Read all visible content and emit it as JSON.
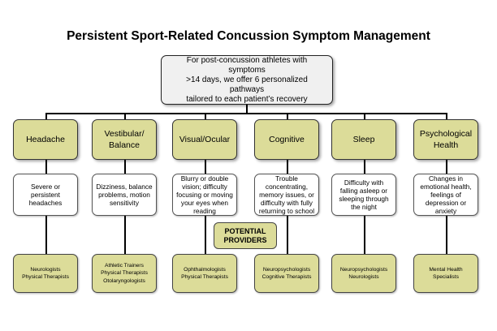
{
  "title": "Persistent Sport-Related Concussion Symptom Management",
  "root_text": "For post-concussion athletes with symptoms\n>14 days, we offer 6 personalized pathways\ntailored to each patient’s recovery",
  "potential_providers_label": "POTENTIAL\nPROVIDERS",
  "pathways": [
    {
      "category": "Headache",
      "symptoms": "Severe or persistent\nheadaches",
      "providers": "Neurologists\nPhysical Therapists"
    },
    {
      "category": "Vestibular/\nBalance",
      "symptoms": "Dizziness, balance\nproblems, motion\nsensitivity",
      "providers": "Athletic Trainers\nPhysical Therapists\nOtolaryngologists"
    },
    {
      "category": "Visual/Ocular",
      "symptoms": "Blurry or double\nvision; difficulty\nfocusing or moving\nyour eyes when\nreading",
      "providers": "Ophthalmologists\nPhysical Therapists"
    },
    {
      "category": "Cognitive",
      "symptoms": "Trouble\nconcentrating,\nmemory issues, or\ndifficulty with fully\nreturning to school",
      "providers": "Neuropsychologists\nCognitive Therapists"
    },
    {
      "category": "Sleep",
      "symptoms": "Difficulty with\nfalling asleep or\nsleeping through\nthe night",
      "providers": "Neuropsychologists\nNeurologists"
    },
    {
      "category": "Psychological\nHealth",
      "symptoms": "Changes in\nemotional health,\nfeelings of\ndepression or\nanxiety",
      "providers": "Mental Health Specialists"
    }
  ]
}
